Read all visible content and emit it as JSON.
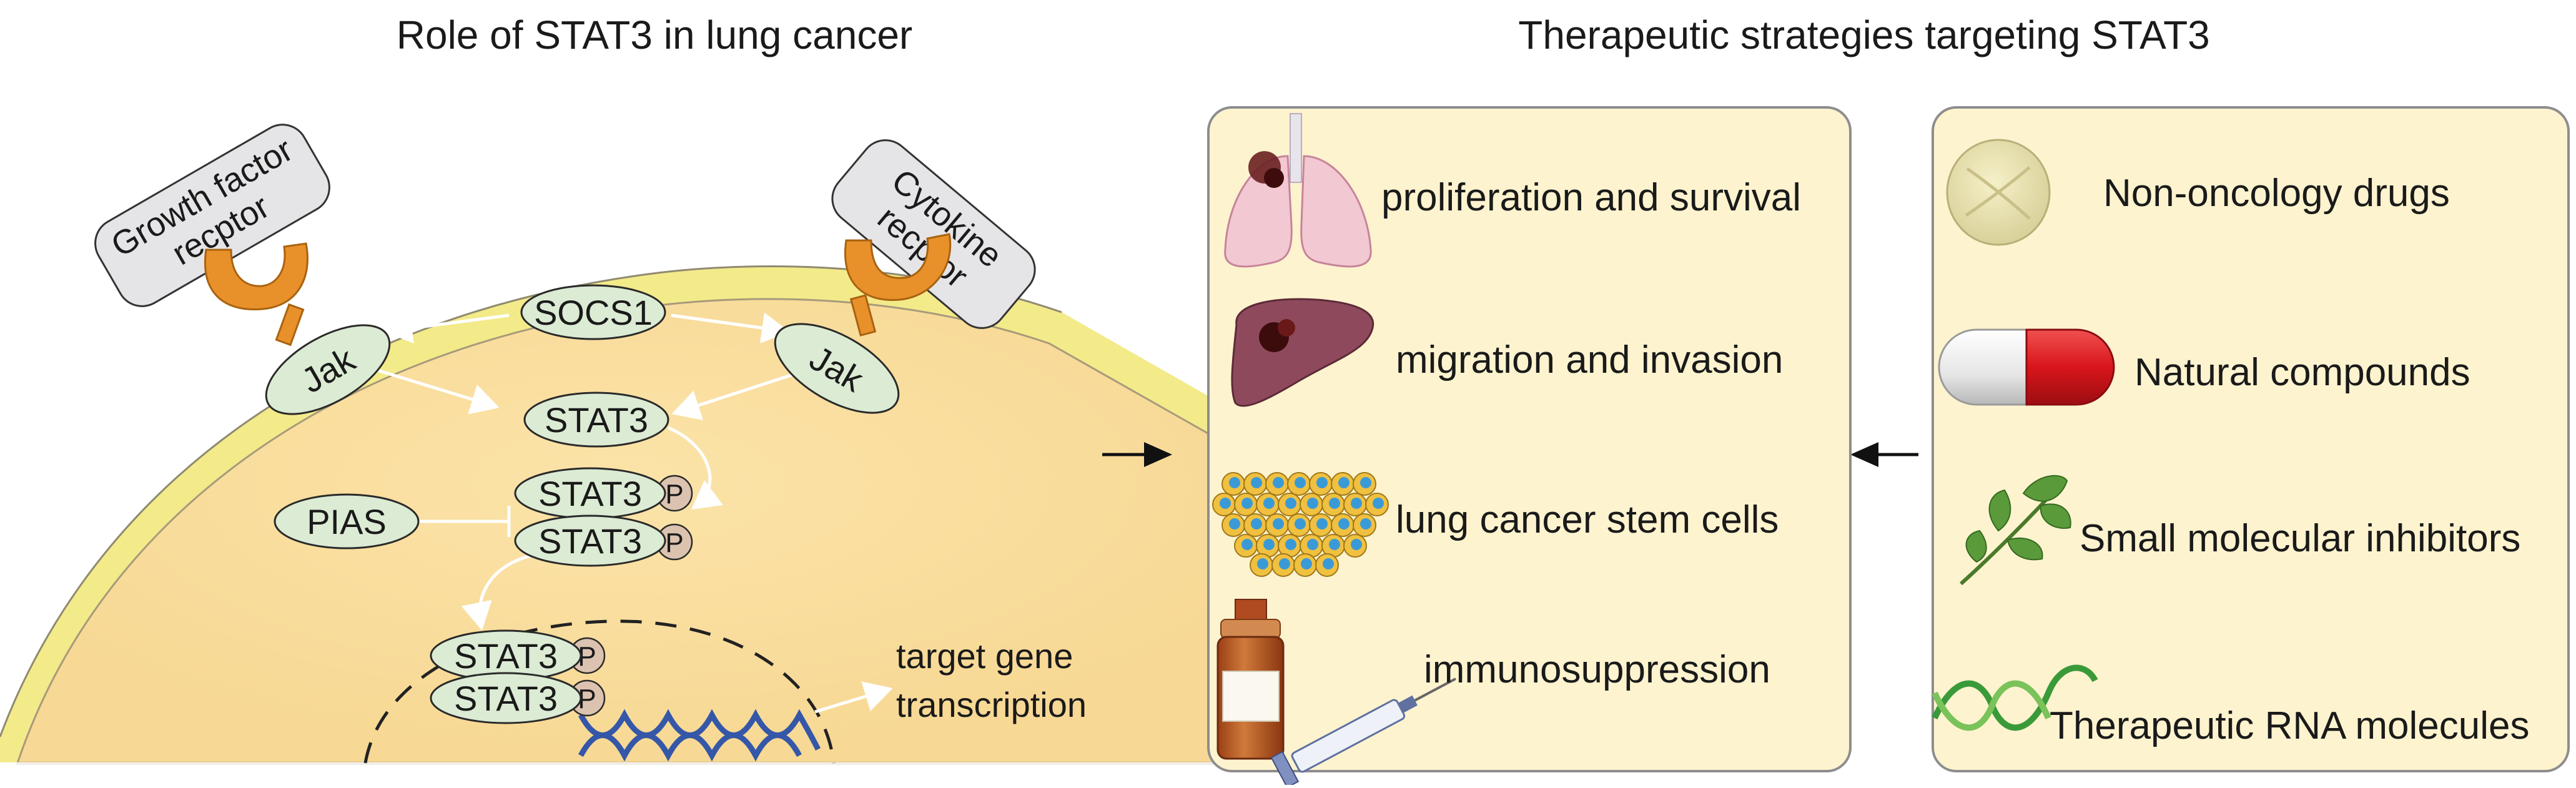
{
  "titles": {
    "left": "Role of STAT3 in lung cancer",
    "right": "Therapeutic strategies targeting STAT3"
  },
  "receptors": {
    "growth_factor": [
      "Growth factor",
      "recptor"
    ],
    "cytokine": [
      "Cytokine",
      "recptor"
    ]
  },
  "molecules": {
    "socs1": "SOCS1",
    "jak_left": "Jak",
    "jak_right": "Jak",
    "stat3": "STAT3",
    "pias": "PIAS",
    "phospho": "P"
  },
  "nucleus": {
    "target_line1": "target gene",
    "target_line2": "transcription"
  },
  "roles": [
    {
      "label": "proliferation and survival",
      "icon": "lung-icon"
    },
    {
      "label": "migration and invasion",
      "icon": "liver-icon"
    },
    {
      "label": "lung cancer stem cells",
      "icon": "stem-cells-icon"
    },
    {
      "label": "immunosuppression",
      "icon": "vial-syringe-icon"
    }
  ],
  "strategies": [
    {
      "label": "Non-oncology drugs",
      "icon": "tablet-icon"
    },
    {
      "label": "Natural compounds",
      "icon": "capsule-icon"
    },
    {
      "label": "Small molecular inhibitors",
      "icon": "herb-icon"
    },
    {
      "label": "Therapeutic RNA molecules",
      "icon": "rna-helix-icon"
    }
  ],
  "colors": {
    "cell_fill": "#f8dc9c",
    "cell_border": "#f3e88c",
    "panel_fill": "#fdf3cf",
    "oval_fill": "#dcebd4",
    "receptor_orange": "#e8902a",
    "receptor_box": "#e5e5e8",
    "dna_blue": "#3557a8"
  }
}
